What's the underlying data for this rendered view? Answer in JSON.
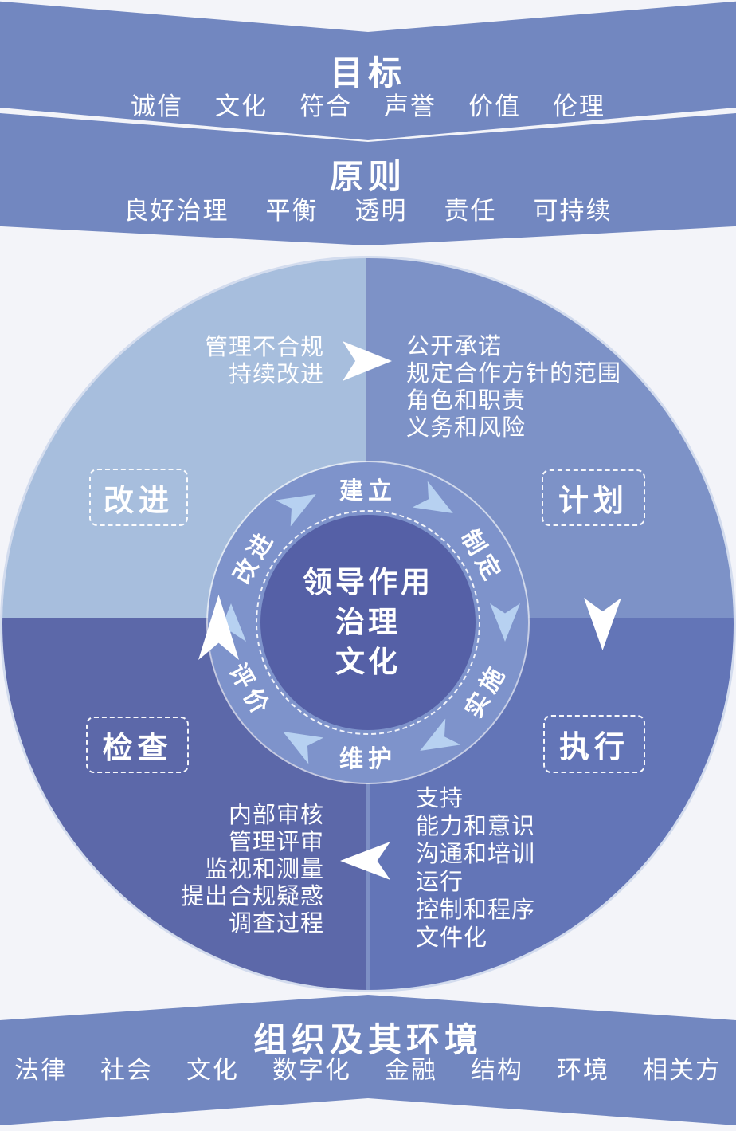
{
  "colors": {
    "background": "#f3f4f9",
    "banner": "#7287c0",
    "quadrant_improve": "#a7bedd",
    "quadrant_plan": "#7d92c7",
    "quadrant_check": "#5c68a9",
    "quadrant_do": "#6375b7",
    "ring": "#7e93cb",
    "ring_arrow": "#b7d1f1",
    "center_circle": "#5560a6",
    "divider": "#7e90c5",
    "text": "#ffffff"
  },
  "banner_goal": {
    "title": "目标",
    "items": [
      "诚信",
      "文化",
      "符合",
      "声誉",
      "价值",
      "伦理"
    ]
  },
  "banner_principle": {
    "title": "原则",
    "items": [
      "良好治理",
      "平衡",
      "透明",
      "责任",
      "可持续"
    ]
  },
  "banner_context": {
    "title": "组织及其环境",
    "items": [
      "法律",
      "社会",
      "文化",
      "数字化",
      "金融",
      "结构",
      "环境",
      "相关方"
    ]
  },
  "quadrants": {
    "improve": {
      "label": "改进",
      "notes": [
        "管理不合规",
        "持续改进"
      ]
    },
    "plan": {
      "label": "计划",
      "notes": [
        "公开承诺",
        "规定合作方针的范围",
        "角色和职责",
        "义务和风险"
      ]
    },
    "check": {
      "label": "检查",
      "notes": [
        "内部审核",
        "管理评审",
        "监视和测量",
        "提出合规疑惑",
        "调查过程"
      ]
    },
    "do": {
      "label": "执行",
      "notes": [
        "支持",
        "能力和意识",
        "沟通和培训",
        "运行",
        "控制和程序",
        "文件化"
      ]
    }
  },
  "ring": {
    "labels": [
      "建立",
      "制定",
      "实施",
      "维护",
      "评价",
      "改进"
    ]
  },
  "center": {
    "lines": [
      "领导作用",
      "治理",
      "文化"
    ]
  }
}
